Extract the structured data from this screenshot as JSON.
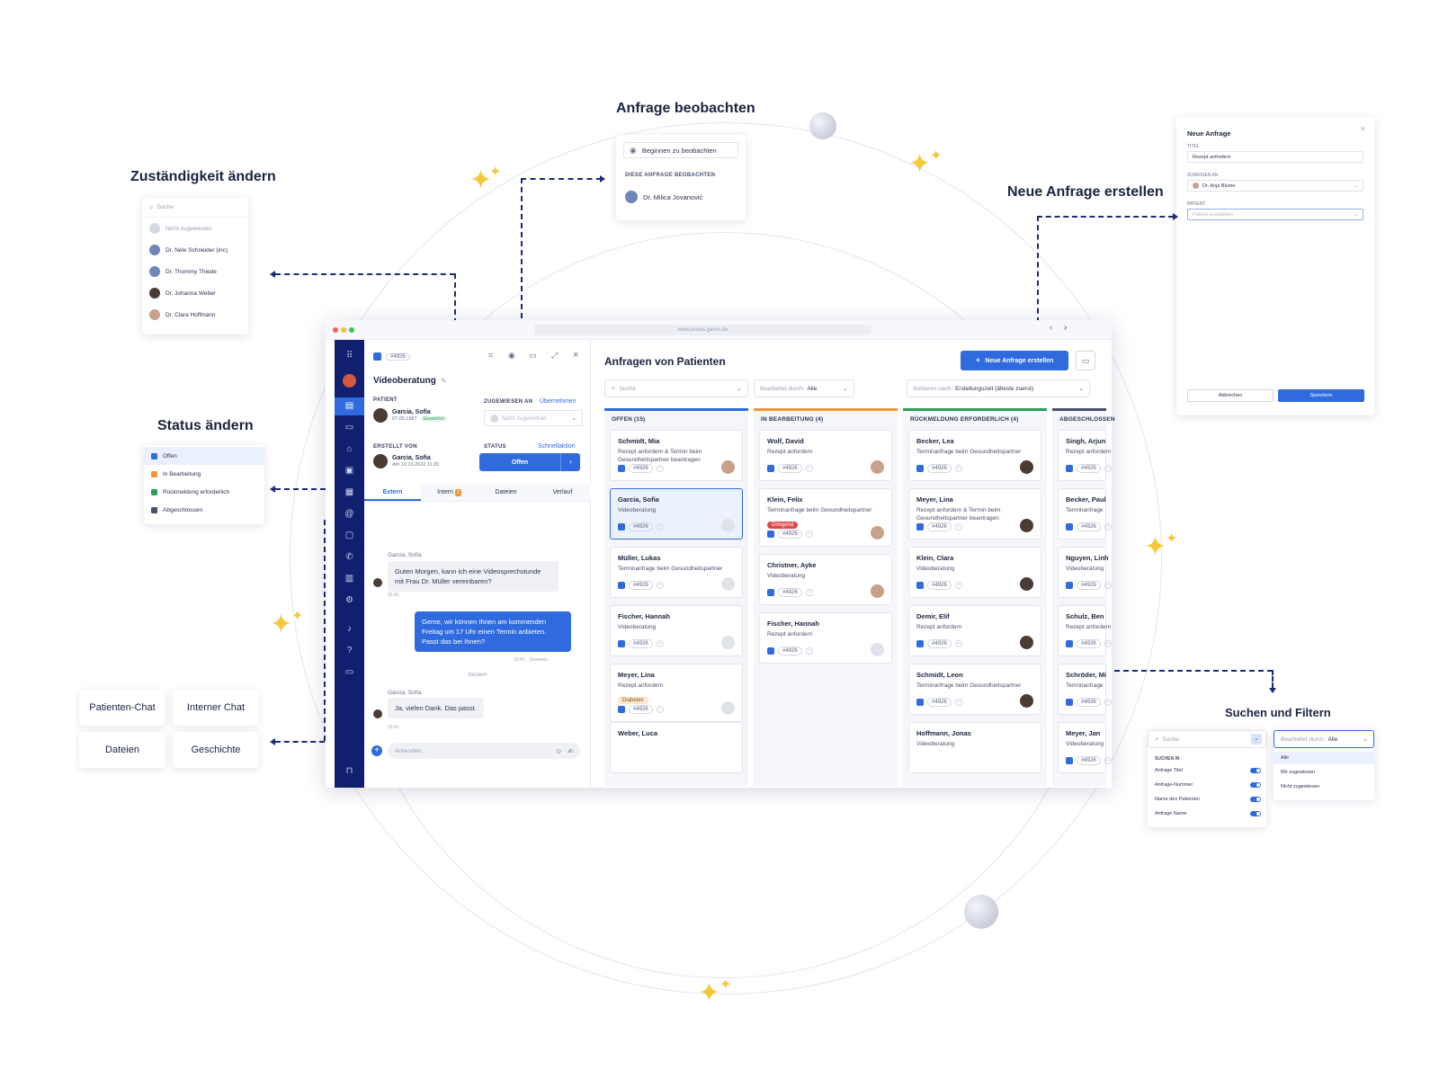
{
  "callouts": {
    "observe": "Anfrage beobachten",
    "assign": "Zuständigkeit ändern",
    "new_request": "Neue Anfrage erstellen",
    "status": "Status ändern",
    "search": "Suchen und Filtern"
  },
  "observe_panel": {
    "button": "Beginnen zu beobachten",
    "section": "DIESE ANFRAGE BEOBACHTEN",
    "person": "Dr. Milica Jovanović"
  },
  "assign_panel": {
    "search_placeholder": "Suche",
    "items": [
      "Nicht zugewiesen",
      "Dr. Nele Schneider (inc)",
      "Dr. Thommy Thiede",
      "Dr. Johanna Weber",
      "Dr. Clara Hoffmann"
    ]
  },
  "status_panel": {
    "items": [
      {
        "label": "Offen",
        "color": "#2f6bdf"
      },
      {
        "label": "In Bearbeitung",
        "color": "#f0953a"
      },
      {
        "label": "Rückmeldung erforderlich",
        "color": "#2e9e5b"
      },
      {
        "label": "Abgeschlossen",
        "color": "#4a5070"
      }
    ]
  },
  "new_request_panel": {
    "title": "Neue Anfrage",
    "title_label": "TITEL",
    "title_value": "Rezept anfordern",
    "assign_label": "ZUWEISEN AN",
    "assign_value": "Dr. Anja Blume",
    "patient_label": "PATIENT",
    "patient_placeholder": "Patient auswählen",
    "cancel": "Abbrechen",
    "save": "Speichern"
  },
  "tiles": [
    "Patienten-Chat",
    "Interner Chat",
    "Dateien",
    "Geschichte"
  ],
  "search_panel": {
    "search_placeholder": "Suche",
    "section": "SUCHEN IN",
    "options": [
      "Anfrage Titel",
      "Anfrage-Nummer",
      "Name des Patienten",
      "Anfrage Name"
    ],
    "filter_label": "Bearbeitet durch:",
    "filter_value": "Alle",
    "filter_options": [
      "Alle",
      "Mir zugewiesen",
      "Nicht zugewiesen"
    ]
  },
  "app": {
    "url": "www.praxis.garno.de",
    "detail": {
      "id": "#4926",
      "title": "Videoberatung",
      "patient_label": "PATIENT",
      "patient_name": "Garcia, Sofia",
      "patient_dob": "07.05.1987",
      "patient_badge": "Gesetzlich",
      "assigned_label": "ZUGEWIESEN AN",
      "take_over": "Übernehmen",
      "unassigned": "Nicht zugeordnet",
      "created_label": "ERSTELLT VON",
      "created_name": "Garcia, Sofia",
      "created_date": "Am 10.10.2022 11:20",
      "status_label": "STATUS",
      "quick_action": "Schnellaktion",
      "status_value": "Offen",
      "tabs": [
        "Extern",
        "Intern",
        "Dateien",
        "Verlauf"
      ],
      "intern_badge": "2",
      "msg1_name": "Garcia, Sofia",
      "msg1_text": "Guten Morgen, kann ich eine Videosprechstunde mit Frau Dr. Müller vereinbaren?",
      "msg1_time": "15:41",
      "msg2_text": "Gerne, wir können Ihnen am kommenden Freitag um 17 Uhr einen Termin anbieten. Passt das bei Ihnen?",
      "msg2_time": "15:41",
      "msg2_seen": "Gesehen",
      "divider": "Gestern",
      "msg3_name": "Garcia, Sofia",
      "msg3_text": "Ja, vielen Dank. Das passt.",
      "msg3_time": "15:41",
      "reply_placeholder": "Antworten..."
    },
    "board": {
      "title": "Anfragen von Patienten",
      "new_button": "Neue Anfrage erstellen",
      "search_placeholder": "Suche",
      "filter_label": "Bearbeitet durch:",
      "filter_value": "Alle",
      "sort_label": "Sortieren nach:",
      "sort_value": "Erstellungszeit (älteste zuerst)",
      "columns": [
        {
          "title": "OFFEN (15)",
          "color": "#2f6bdf",
          "cards": [
            {
              "name": "Schmidt, Mia",
              "desc": "Rezept anfordern & Termin beim",
              "desc2": "Gesundheitspartner beantragen",
              "id": "#4926"
            },
            {
              "name": "Garcia, Sofia",
              "desc": "Videoberatung",
              "desc2": "",
              "id": "#4926"
            },
            {
              "name": "Müller, Lukas",
              "desc": "Terminanfrage beim Gesundheitspartner",
              "desc2": "",
              "id": "#4926"
            },
            {
              "name": "Fischer, Hannah",
              "desc": "Videoberatung",
              "desc2": "",
              "id": "#4926"
            },
            {
              "name": "Meyer, Lina",
              "desc": "Rezept anfordern",
              "desc2": "",
              "id": "#4926",
              "pill": "Diabetes"
            },
            {
              "name": "Weber, Luca",
              "desc": "",
              "desc2": "",
              "id": ""
            }
          ]
        },
        {
          "title": "IN BEARBEITUNG (4)",
          "color": "#f0953a",
          "cards": [
            {
              "name": "Wolf, David",
              "desc": "Rezept anfordern",
              "desc2": "",
              "id": "#4926"
            },
            {
              "name": "Klein, Felix",
              "desc": "Terminanfrage beim Gesundheitspartner",
              "desc2": "",
              "id": "#4926",
              "pill": "Dringend"
            },
            {
              "name": "Christner, Ayke",
              "desc": "Videoberatung",
              "desc2": "",
              "id": "#4926"
            },
            {
              "name": "Fischer, Hannah",
              "desc": "Rezept anfordern",
              "desc2": "",
              "id": "#4926"
            }
          ]
        },
        {
          "title": "RÜCKMELDUNG ERFORDERLICH (4)",
          "color": "#2e9e5b",
          "cards": [
            {
              "name": "Becker, Lea",
              "desc": "Terminanfrage beim Gesundheitspartner",
              "desc2": "",
              "id": "#4926"
            },
            {
              "name": "Meyer, Lina",
              "desc": "Rezept anfordern & Termin beim",
              "desc2": "Gesundheitspartner beantragen",
              "id": "#4926"
            },
            {
              "name": "Klein, Clara",
              "desc": "Videoberatung",
              "desc2": "",
              "id": "#4926"
            },
            {
              "name": "Demir, Elif",
              "desc": "Rezept anfordern",
              "desc2": "",
              "id": "#4926"
            },
            {
              "name": "Schmidt, Leon",
              "desc": "Terminanfrage beim Gesundheitspartner",
              "desc2": "",
              "id": "#4926"
            },
            {
              "name": "Hoffmann, Jonas",
              "desc": "Videoberatung",
              "desc2": "",
              "id": ""
            }
          ]
        },
        {
          "title": "ABGESCHLOSSEN",
          "color": "#4a5070",
          "cards": [
            {
              "name": "Singh, Arjun",
              "desc": "Rezept anfordern",
              "desc2": "",
              "id": "#4926"
            },
            {
              "name": "Becker, Paul",
              "desc": "Terminanfrage",
              "desc2": "",
              "id": "#4926"
            },
            {
              "name": "Nguyen, Linh",
              "desc": "Videoberatung",
              "desc2": "",
              "id": "#4926"
            },
            {
              "name": "Schulz, Ben",
              "desc": "Rezept anfordern",
              "desc2": "",
              "id": "#4926"
            },
            {
              "name": "Schröder, Mi",
              "desc": "Terminanfrage",
              "desc2": "",
              "id": "#4926"
            },
            {
              "name": "Meyer, Jan",
              "desc": "Videoberatung",
              "desc2": "",
              "id": "#4926"
            }
          ]
        }
      ]
    }
  }
}
